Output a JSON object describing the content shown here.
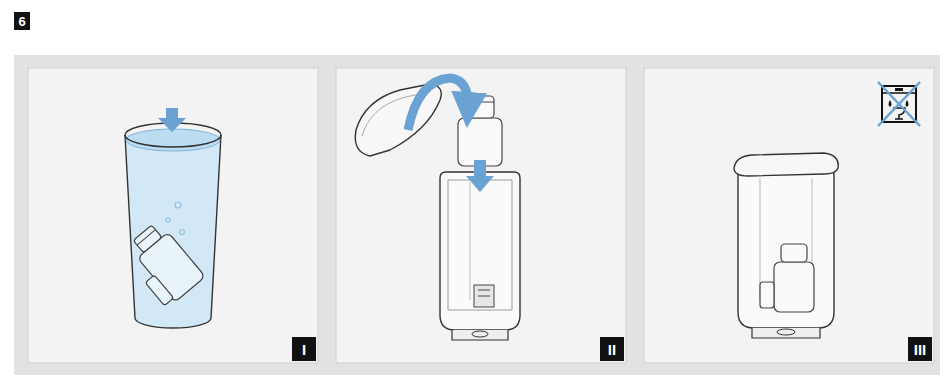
{
  "diagram": {
    "labels": [
      "6",
      "I",
      "II",
      "III"
    ]
  }
}
